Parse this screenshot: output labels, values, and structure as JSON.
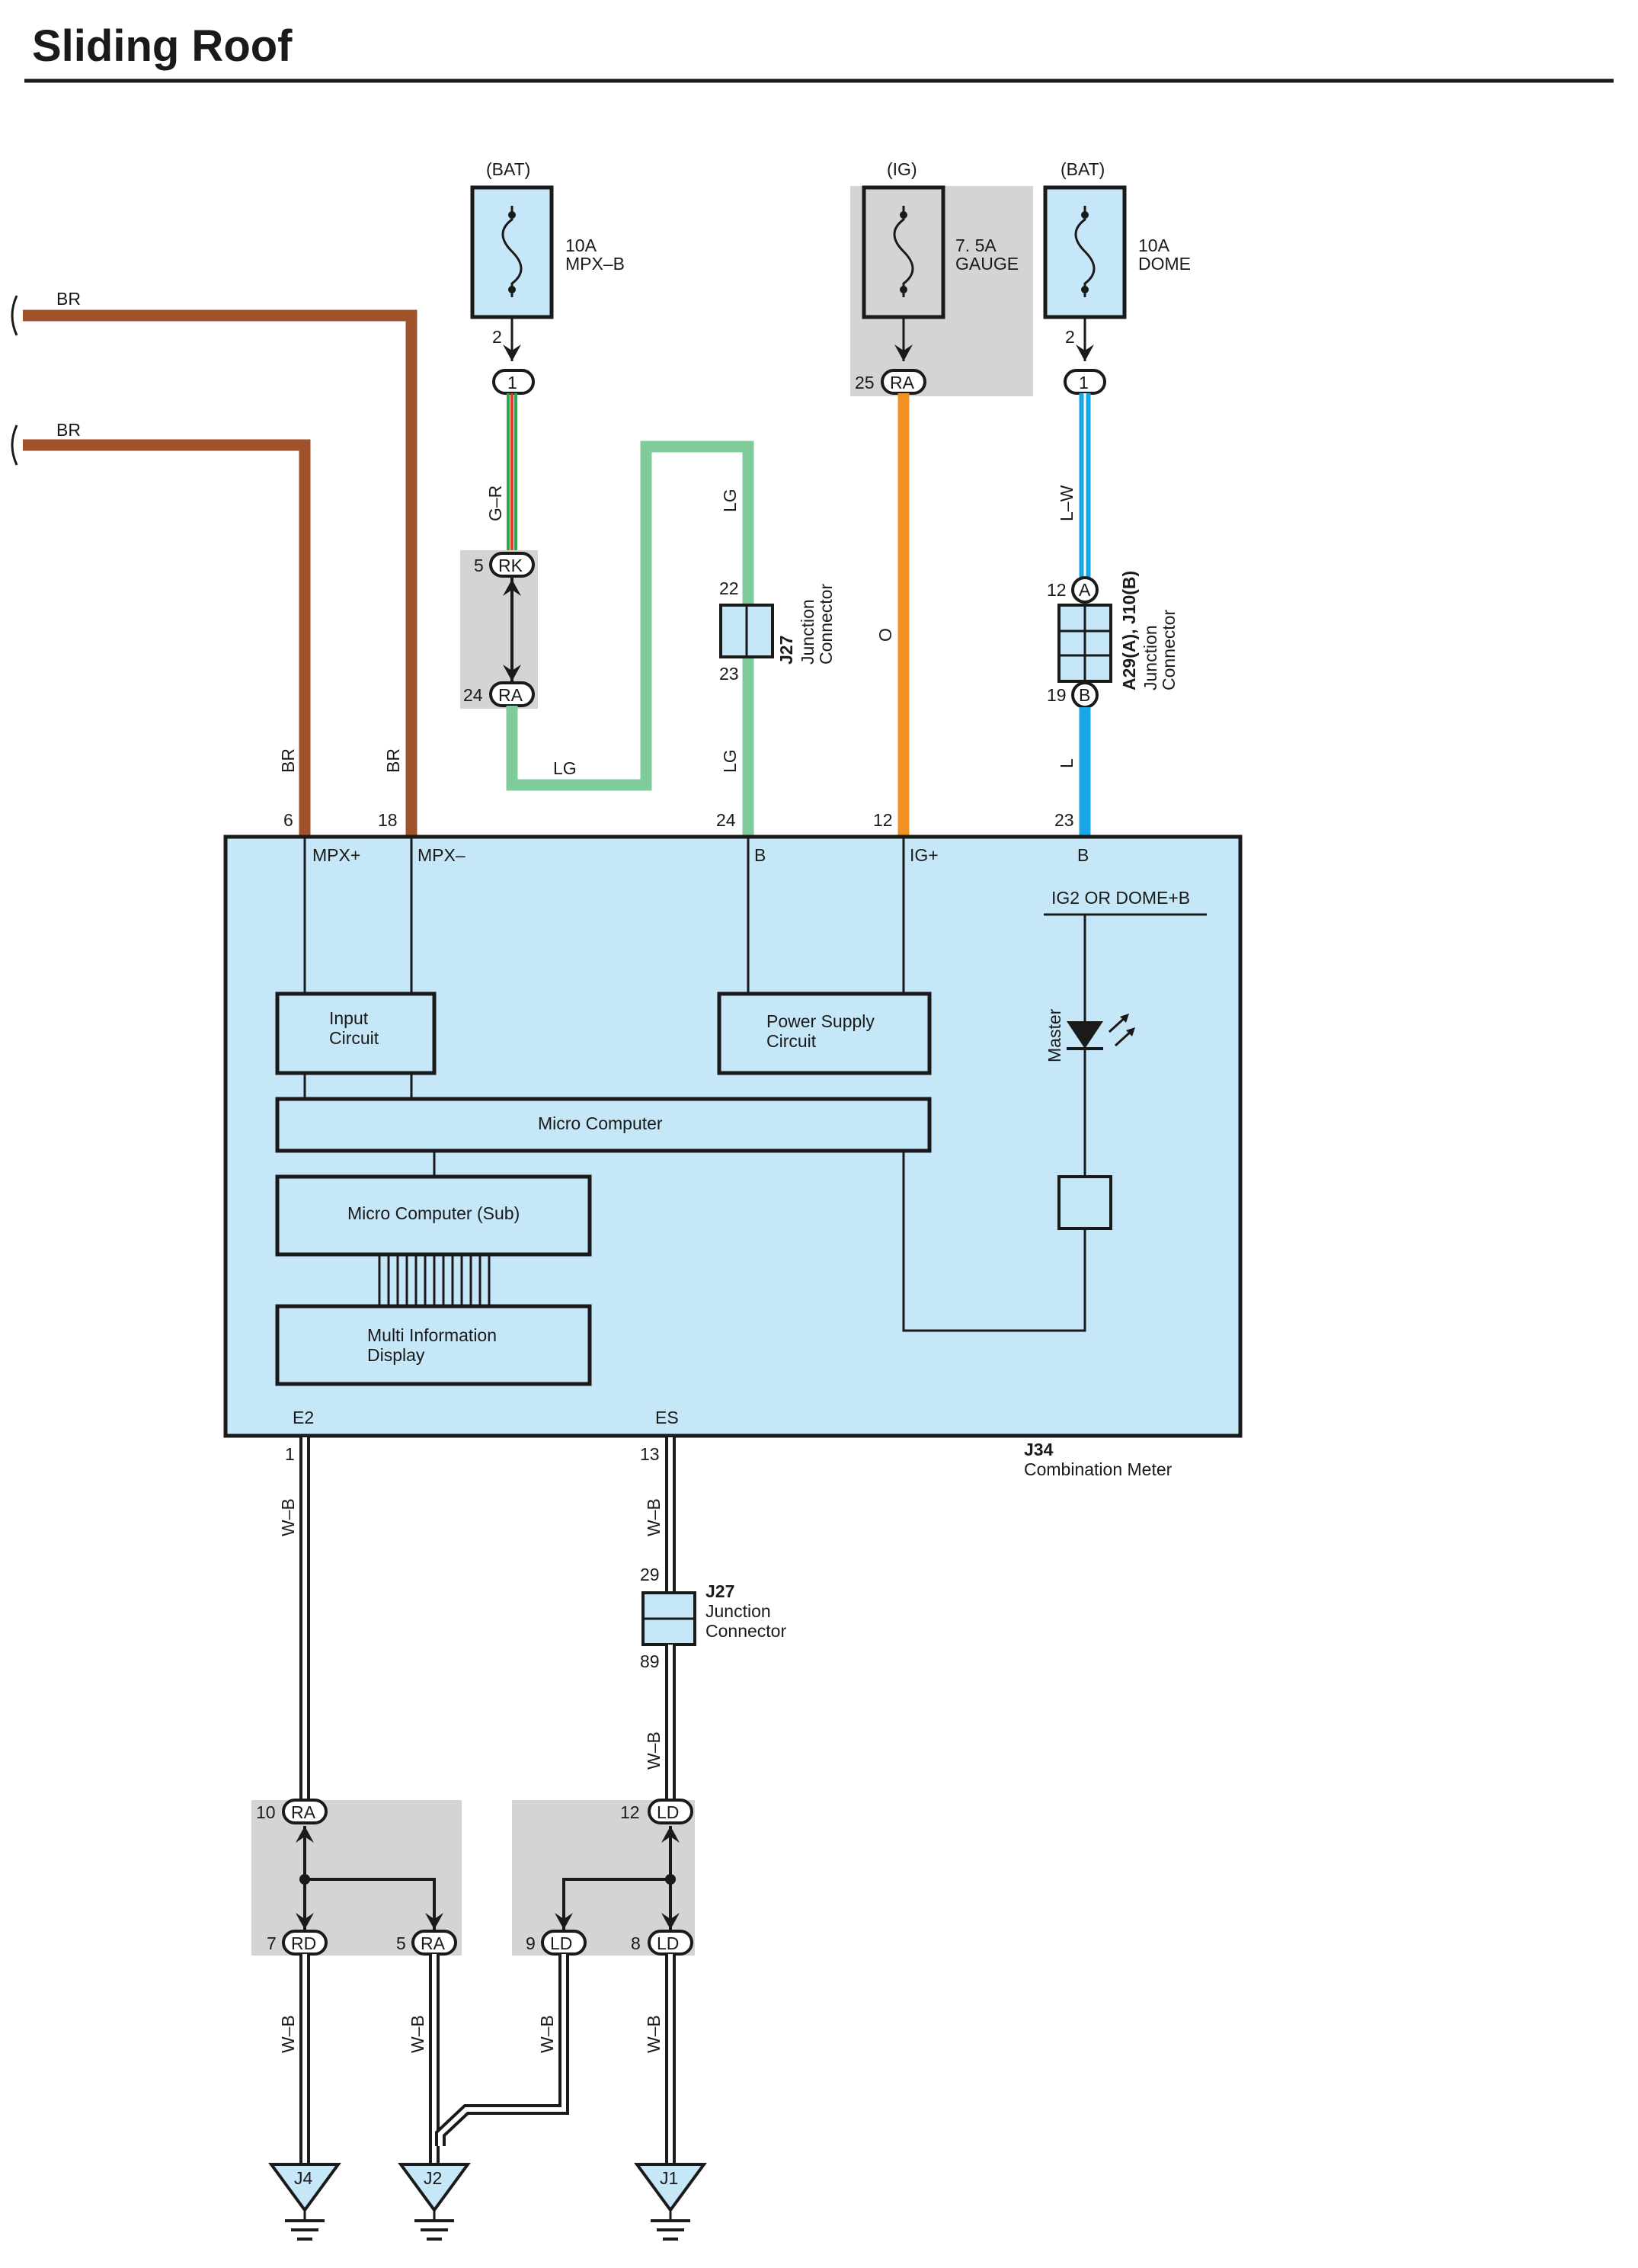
{
  "title": "Sliding Roof",
  "fuses": [
    {
      "source": "(BAT)",
      "rating": "10A",
      "name": "MPX–B",
      "pin": "2"
    },
    {
      "source": "(IG)",
      "rating": "7. 5A",
      "name": "GAUGE",
      "pin": ""
    },
    {
      "source": "(BAT)",
      "rating": "10A",
      "name": "DOME",
      "pin": "2"
    }
  ],
  "wires": {
    "br_upper": "BR",
    "br_lower": "BR",
    "br_vertical_a": "BR",
    "br_vertical_b": "BR",
    "g_r": "G–R",
    "lg_horizontal": "LG",
    "lg_upper": "LG",
    "lg_lower": "LG",
    "orange": "O",
    "l_w": "L–W",
    "l": "L",
    "wb_left": "W–B",
    "wb_es_upper": "W–B",
    "wb_es_lower": "W–B",
    "wb_j4": "W–B",
    "wb_j2": "W–B",
    "wb_ld9": "W–B",
    "wb_j1": "W–B"
  },
  "connectors": {
    "c1a": {
      "pin": "1"
    },
    "rk": {
      "num": "5",
      "code": "RK"
    },
    "ra24": {
      "num": "24",
      "code": "RA"
    },
    "ra25": {
      "num": "25",
      "code": "RA"
    },
    "c1b": {
      "pin": "1"
    },
    "a_pin": {
      "num": "12",
      "code": "A"
    },
    "b_pin": {
      "num": "19",
      "code": "B"
    },
    "ra10": {
      "num": "10",
      "code": "RA"
    },
    "rd7": {
      "num": "7",
      "code": "RD"
    },
    "ra5": {
      "num": "5",
      "code": "RA"
    },
    "ld12": {
      "num": "12",
      "code": "LD"
    },
    "ld9": {
      "num": "9",
      "code": "LD"
    },
    "ld8": {
      "num": "8",
      "code": "LD"
    }
  },
  "junctions": {
    "j27_top": {
      "id": "J27",
      "label1": "Junction",
      "label2": "Connector",
      "pin_top": "22",
      "pin_bottom": "23"
    },
    "a29": {
      "id": "A29(A), J10(B)",
      "label1": "Junction",
      "label2": "Connector"
    },
    "j27_bottom": {
      "id": "J27",
      "label1": "Junction",
      "label2": "Connector",
      "pin_top": "29",
      "pin_bottom": "89"
    }
  },
  "meter": {
    "id": "J34",
    "name": "Combination Meter",
    "pins_top": [
      {
        "num": "6",
        "name": "MPX+"
      },
      {
        "num": "18",
        "name": "MPX–"
      },
      {
        "num": "24",
        "name": "B"
      },
      {
        "num": "12",
        "name": "IG+"
      },
      {
        "num": "23",
        "name": "B"
      }
    ],
    "pins_bottom": [
      {
        "num": "1",
        "name": "E2"
      },
      {
        "num": "13",
        "name": "ES"
      }
    ],
    "input_circuit": [
      "Input",
      "Circuit"
    ],
    "power_supply": [
      "Power Supply",
      "Circuit"
    ],
    "micro_computer": "Micro Computer",
    "micro_computer_sub": "Micro Computer (Sub)",
    "multi_info": [
      "Multi Information",
      "Display"
    ],
    "ig2_label": "IG2 OR DOME+B",
    "master_label": "Master"
  },
  "grounds": [
    "J4",
    "J2",
    "J1"
  ],
  "colors": {
    "brown": "#a0522d",
    "light_green": "#7fcc9a",
    "orange": "#f39222",
    "blue": "#1aa6e4",
    "meter_fill": "#c6e7f8",
    "gray_block": "#d3d4d6"
  }
}
